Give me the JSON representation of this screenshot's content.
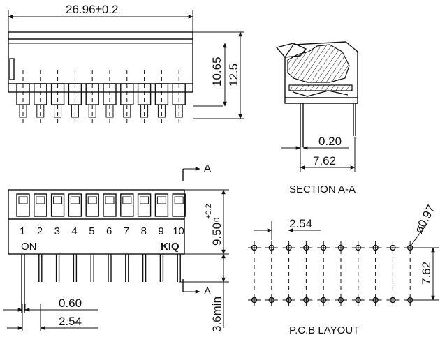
{
  "top_view": {
    "width_dim": "26.96±0.2",
    "height_dim_1": "10.65",
    "height_dim_2": "12.5"
  },
  "section_view": {
    "dim_pin": "0.20",
    "dim_spacing": "7.62",
    "title": "SECTION  A-A"
  },
  "front_view": {
    "switch_numbers": [
      "1",
      "2",
      "3",
      "4",
      "5",
      "6",
      "7",
      "8",
      "9",
      "10"
    ],
    "on_label": "ON",
    "brand": "KIQ",
    "section_marker_top": "A",
    "section_marker_bottom": "A",
    "height_dim": "9.50",
    "height_tol_plus": "+0.2",
    "height_tol_minus": "0",
    "pin_width_dim": "0.60",
    "pitch_dim": "2.54",
    "pin_length_dim": "3.6min"
  },
  "pcb_layout": {
    "pitch_dim": "2.54",
    "hole_dim": "ø0.97",
    "row_spacing_dim": "7.62",
    "title": "P.C.B LAYOUT",
    "holes_per_row": 10
  }
}
